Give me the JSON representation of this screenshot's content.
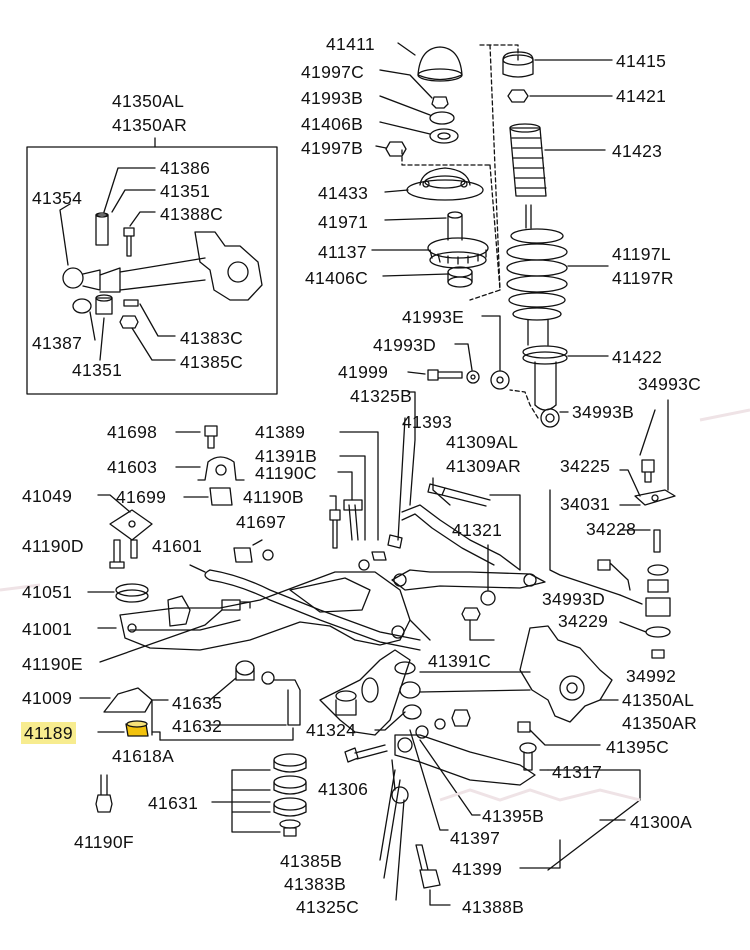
{
  "diagram": {
    "highlight_color": "#f7ec8f",
    "highlighted_part": "41189",
    "labels": {
      "l41411": "41411",
      "l41997C": "41997C",
      "l41993B": "41993B",
      "l41406B": "41406B",
      "l41997B": "41997B",
      "l41433": "41433",
      "l41971": "41971",
      "l41137": "41137",
      "l41406C": "41406C",
      "l41415": "41415",
      "l41421": "41421",
      "l41423": "41423",
      "l41197L": "41197L",
      "l41197R": "41197R",
      "l41422": "41422",
      "l41993E": "41993E",
      "l41993D": "41993D",
      "l41999": "41999",
      "l41325B": "41325B",
      "l34993C": "34993C",
      "l34993B": "34993B",
      "l41350AL_top": "41350AL",
      "l41350AR_top": "41350AR",
      "l41386": "41386",
      "l41354": "41354",
      "l41351a": "41351",
      "l41388C": "41388C",
      "l41387": "41387",
      "l41383C": "41383C",
      "l41351b": "41351",
      "l41385C": "41385C",
      "l41698": "41698",
      "l41603": "41603",
      "l41049": "41049",
      "l41699": "41699",
      "l41190D": "41190D",
      "l41601": "41601",
      "l41051": "41051",
      "l41001": "41001",
      "l41190E": "41190E",
      "l41009": "41009",
      "l41189": "41189",
      "l41618A": "41618A",
      "l41635": "41635",
      "l41632": "41632",
      "l41389": "41389",
      "l41391B": "41391B",
      "l41190C": "41190C",
      "l41190B": "41190B",
      "l41697": "41697",
      "l41393": "41393",
      "l41309AL": "41309AL",
      "l41309AR": "41309AR",
      "l41321": "41321",
      "l34225": "34225",
      "l34031": "34031",
      "l34228": "34228",
      "l34993D": "34993D",
      "l34229": "34229",
      "l34992": "34992",
      "l41350AL_bot": "41350AL",
      "l41350AR_bot": "41350AR",
      "l41391C": "41391C",
      "l41324": "41324",
      "l41395C": "41395C",
      "l41631": "41631",
      "l41306": "41306",
      "l41317": "41317",
      "l41190F": "41190F",
      "l41395B": "41395B",
      "l41300A": "41300A",
      "l41397": "41397",
      "l41385B": "41385B",
      "l41399": "41399",
      "l41383B": "41383B",
      "l41325C": "41325C",
      "l41388B": "41388B"
    }
  }
}
